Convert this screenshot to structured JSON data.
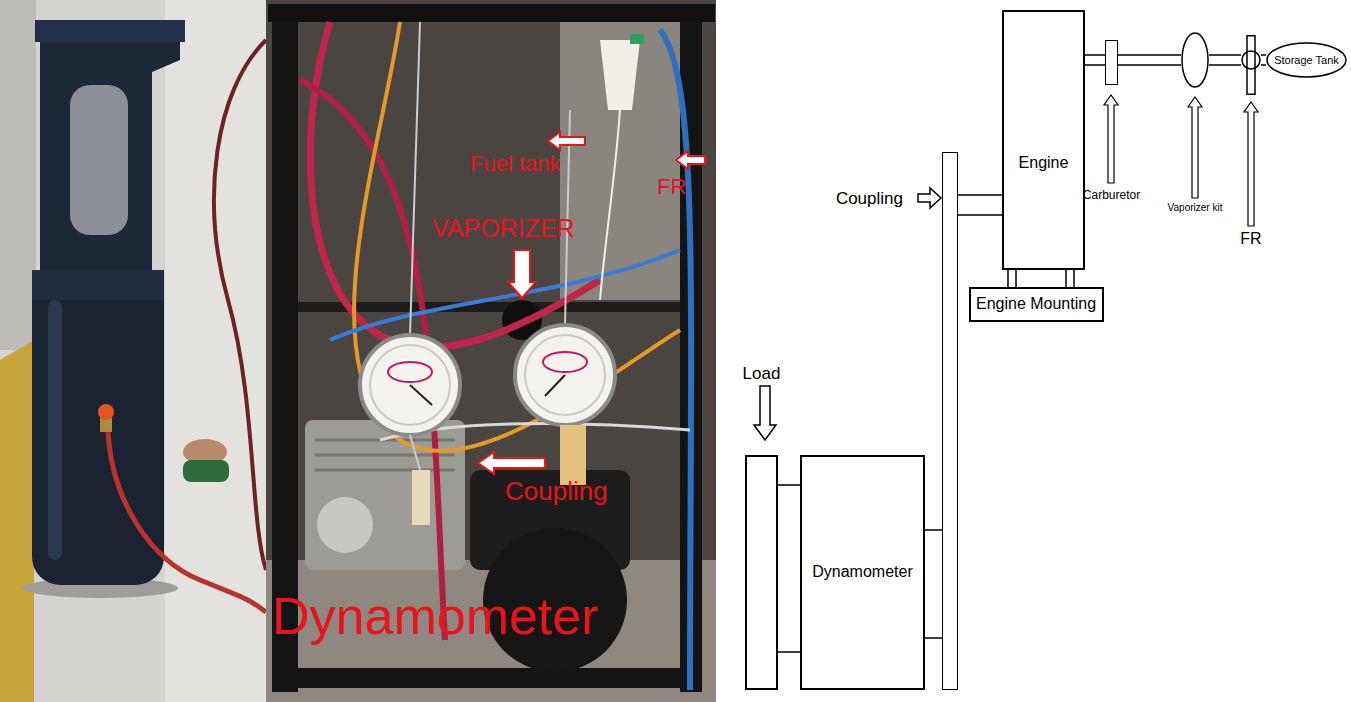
{
  "diagram": {
    "nodes": [
      {
        "text": [
          "Engine"
        ]
      },
      {
        "text": [
          "Carburetor"
        ]
      },
      {
        "text": [
          "Vaporizer kit"
        ]
      },
      {
        "text": [
          "FR"
        ]
      },
      {
        "text": [
          "Storage Tank"
        ]
      },
      {
        "text": [
          "Coupling"
        ]
      },
      {
        "text": [
          "Engine Mounting"
        ]
      },
      {
        "text": [
          "Load"
        ]
      },
      {
        "text": [
          "Dynamometer"
        ]
      }
    ],
    "edges": [
      {
        "from": 0,
        "to": 1,
        "arrow": "none"
      },
      {
        "from": 1,
        "to": 2,
        "arrow": "none"
      },
      {
        "from": 2,
        "to": 3,
        "arrow": "none"
      },
      {
        "from": 3,
        "to": 4,
        "arrow": "none"
      },
      {
        "from": 0,
        "to": 5,
        "arrow": "none"
      },
      {
        "from": 5,
        "to": 8,
        "arrow": "none"
      },
      {
        "from": 8,
        "to": 7,
        "arrow": "none"
      },
      {
        "from": 0,
        "to": 6,
        "arrow": "none"
      }
    ],
    "labels": [
      "Fuel tank",
      "FR",
      "VAPORIZER",
      "Coupling",
      "Dynamometer"
    ]
  }
}
